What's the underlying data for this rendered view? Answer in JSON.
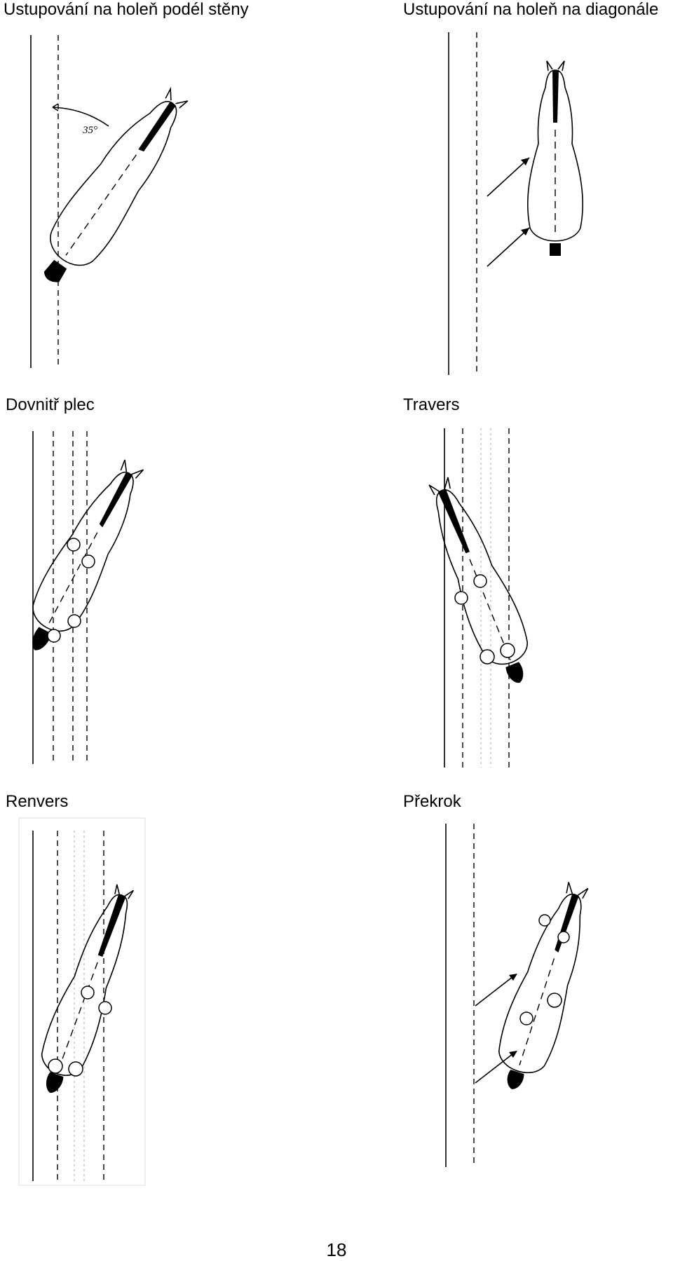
{
  "figures": [
    {
      "id": "leg-yield-wall",
      "title": "Ustupování na holeň podél stěny",
      "angle_label": "35°"
    },
    {
      "id": "leg-yield-diagonal",
      "title": "Ustupování na holeň na diagonále"
    },
    {
      "id": "shoulder-in",
      "title": "Dovnitř plec"
    },
    {
      "id": "travers",
      "title": "Travers"
    },
    {
      "id": "renvers",
      "title": "Renvers"
    },
    {
      "id": "side-step",
      "title": "Překrok"
    }
  ],
  "page_number": "18"
}
